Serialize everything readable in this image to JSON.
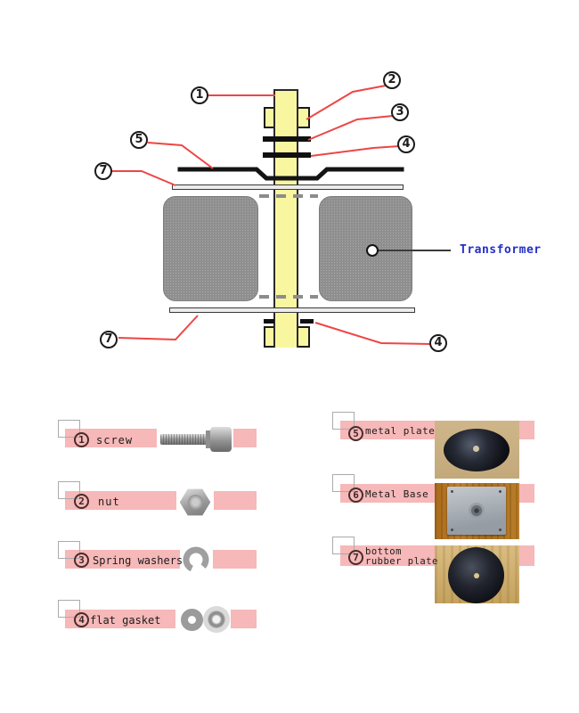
{
  "diagram": {
    "callouts": {
      "c1": "1",
      "c2": "2",
      "c3": "3",
      "c4_top": "4",
      "c5": "5",
      "c7_top": "7",
      "c7_bottom": "7",
      "c4_bottom": "4"
    },
    "transformer_label": "Transformer"
  },
  "legend": {
    "left": [
      {
        "num": "1",
        "label": "screw"
      },
      {
        "num": "2",
        "label": "nut"
      },
      {
        "num": "3",
        "label": "Spring washers"
      },
      {
        "num": "4",
        "label": "flat gasket"
      }
    ],
    "right": [
      {
        "num": "5",
        "label": "metal plate"
      },
      {
        "num": "6",
        "label": "Metal Base"
      },
      {
        "num": "7",
        "label": "bottom rubber plate"
      }
    ]
  },
  "colors": {
    "band_pink": "#f6b8b8",
    "bolt_yellow": "#f9f6a0",
    "leader_red": "#ee4545",
    "label_blue": "#2230c8",
    "transformer_gray": "#8e8e8e"
  }
}
